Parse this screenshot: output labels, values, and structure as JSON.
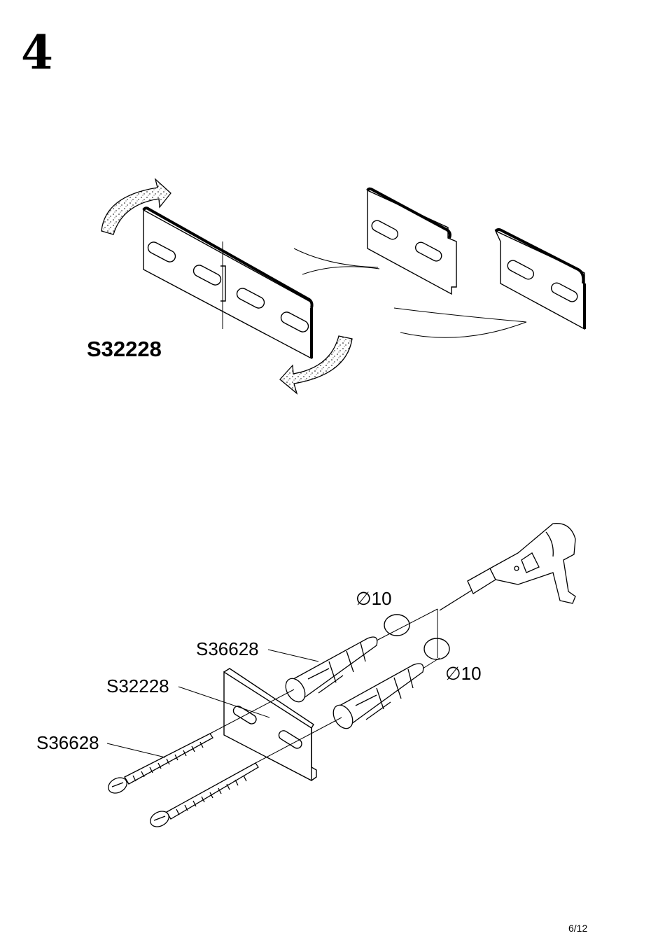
{
  "step_number": "4",
  "top_diagram": {
    "part_label": "S32228"
  },
  "bottom_diagram": {
    "labels": {
      "dowel": "S36628",
      "bracket": "S32228",
      "screw": "S36628"
    },
    "drill_diameters": [
      {
        "symbol": "∅",
        "value": "10"
      },
      {
        "symbol": "∅",
        "value": "10"
      }
    ]
  },
  "page_number": "6/12"
}
